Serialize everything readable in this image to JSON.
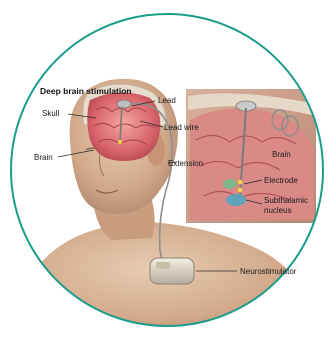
{
  "title": "Deep brain stimulation",
  "labels": {
    "skull": "Skull",
    "brain": "Brain",
    "lead": "Lead",
    "lead_wire": "Lead wire",
    "extension": "Extension",
    "inset_brain": "Brain",
    "electrode": "Electrode",
    "subthalamic_line1": "Subthalamic",
    "subthalamic_line2": "nucleus",
    "neurostimulator": "Neurostimulator"
  },
  "colors": {
    "frame": "#1a9c8c",
    "skin": "#d9b79a",
    "brain": "#d96a6a",
    "inset_bg": "#c89880",
    "device": "#d8d2c4"
  }
}
